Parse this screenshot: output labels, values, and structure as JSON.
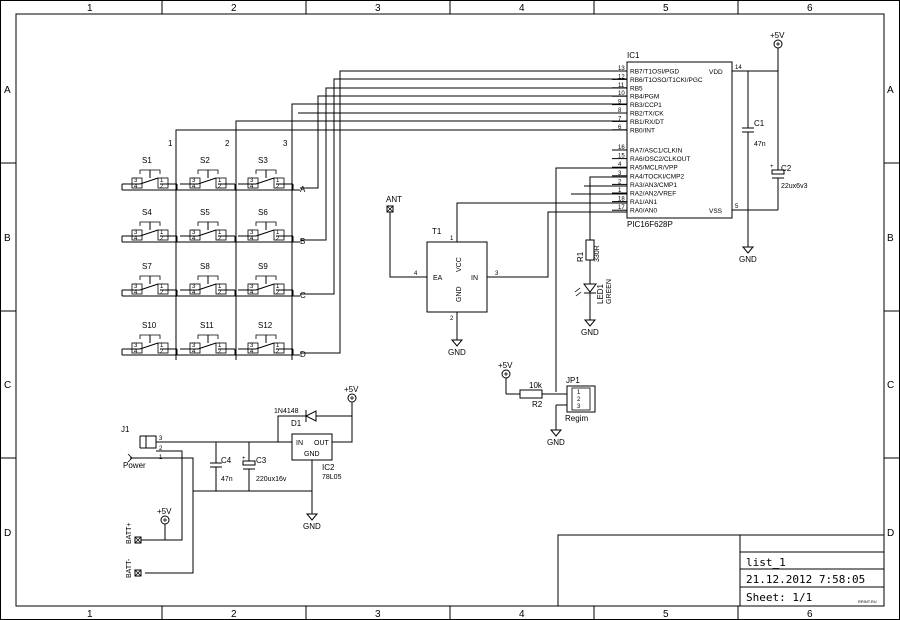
{
  "frame": {
    "columns": [
      "1",
      "2",
      "3",
      "4",
      "5",
      "6"
    ],
    "rows": [
      "A",
      "B",
      "C",
      "D"
    ]
  },
  "title_block": {
    "sheet_name": "list_1",
    "date": "21.12.2012 7:58:05",
    "sheet": "Sheet: 1/1",
    "watermark": "RRINT.RU"
  },
  "ic1": {
    "ref": "IC1",
    "value": "PIC16F628P",
    "left_pins": [
      {
        "num": "13",
        "name": "RB7/T1OSI/PGD"
      },
      {
        "num": "12",
        "name": "RB6/T1OSO/T1CKI/PGC"
      },
      {
        "num": "11",
        "name": "RB5"
      },
      {
        "num": "10",
        "name": "RB4/PGM"
      },
      {
        "num": "9",
        "name": "RB3/CCP1"
      },
      {
        "num": "8",
        "name": "RB2/TX/CK"
      },
      {
        "num": "7",
        "name": "RB1/RX/DT"
      },
      {
        "num": "6",
        "name": "RB0/INT"
      },
      {
        "num": "16",
        "name": "RA7/ASC1/CLKIN"
      },
      {
        "num": "15",
        "name": "RA6/OSC2/CLKOUT"
      },
      {
        "num": "4",
        "name": "RA5/MCLR/VPP"
      },
      {
        "num": "3",
        "name": "RA4/TOCKI/CMP2"
      },
      {
        "num": "2",
        "name": "RA3/AN3/CMP1"
      },
      {
        "num": "1",
        "name": "RA2/AN2/VREF"
      },
      {
        "num": "18",
        "name": "RA1/AN1"
      },
      {
        "num": "17",
        "name": "RA0/AN0"
      }
    ],
    "vdd": {
      "num": "14",
      "name": "VDD"
    },
    "vss": {
      "num": "5",
      "name": "VSS"
    }
  },
  "keypad": {
    "switches": [
      "S1",
      "S2",
      "S3",
      "S4",
      "S5",
      "S6",
      "S7",
      "S8",
      "S9",
      "S10",
      "S11",
      "S12"
    ],
    "col_labels": [
      "1",
      "2",
      "3"
    ],
    "row_labels": [
      "A",
      "B",
      "C",
      "D"
    ],
    "pin_labels": [
      "3",
      "4",
      "1",
      "2"
    ]
  },
  "t1": {
    "ref": "T1",
    "ea": "EA",
    "vcc": "VCC",
    "in": "IN",
    "gnd": "GND",
    "pin_ea": "4",
    "pin_vcc": "1",
    "pin_in": "3",
    "pin_gnd": "2"
  },
  "ant": "ANT",
  "c1": {
    "ref": "C1",
    "value": "47n"
  },
  "c2": {
    "ref": "C2",
    "value": "22ux6v3",
    "plus": "+"
  },
  "r1": {
    "ref": "R1",
    "value": "330R"
  },
  "led1": {
    "ref": "LED1",
    "value": "GREEN"
  },
  "r2": {
    "ref": "R2",
    "value": "10k"
  },
  "jp1": {
    "ref": "JP1",
    "label": "Regim",
    "pins": [
      "1",
      "2",
      "3"
    ]
  },
  "ic2": {
    "ref": "IC2",
    "value": "78L05",
    "in": "IN",
    "out": "OUT",
    "gnd": "GND"
  },
  "d1": {
    "ref": "D1",
    "value": "1N4148"
  },
  "j1": {
    "ref": "J1",
    "label": "Power",
    "pins": [
      "3",
      "2",
      "1"
    ]
  },
  "c3": {
    "ref": "C3",
    "value": "220ux16v",
    "plus": "+"
  },
  "c4": {
    "ref": "C4",
    "value": "47n"
  },
  "batt_plus": "BATT+",
  "batt_minus": "BATT-",
  "power": {
    "vcc": "+5V",
    "gnd": "GND"
  }
}
